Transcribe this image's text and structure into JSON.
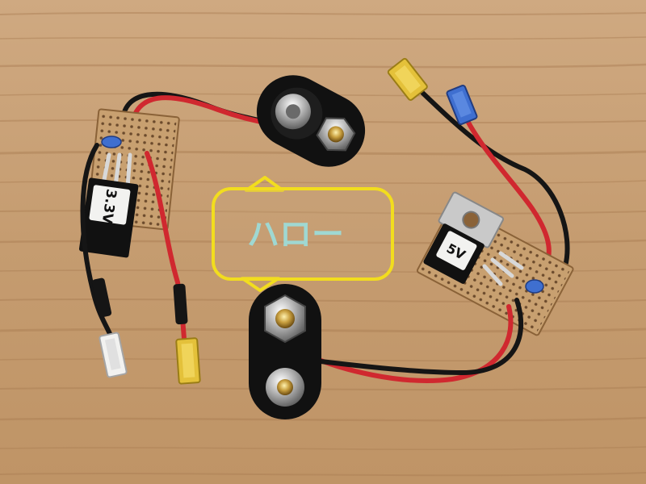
{
  "labels": {
    "regulator_left": "3.3V",
    "regulator_right": "5V",
    "callout": "ハロー"
  },
  "colors": {
    "wood_base": "#c9a47c",
    "wire_red": "#d0282f",
    "wire_black": "#151515",
    "callout_border": "#f2dd1e",
    "callout_text": "#9fd8d2",
    "perfboard": "#c8a070",
    "connector_yellow": "#e4c13a",
    "connector_blue": "#3f6fd0",
    "connector_white": "#f2f2f0"
  }
}
